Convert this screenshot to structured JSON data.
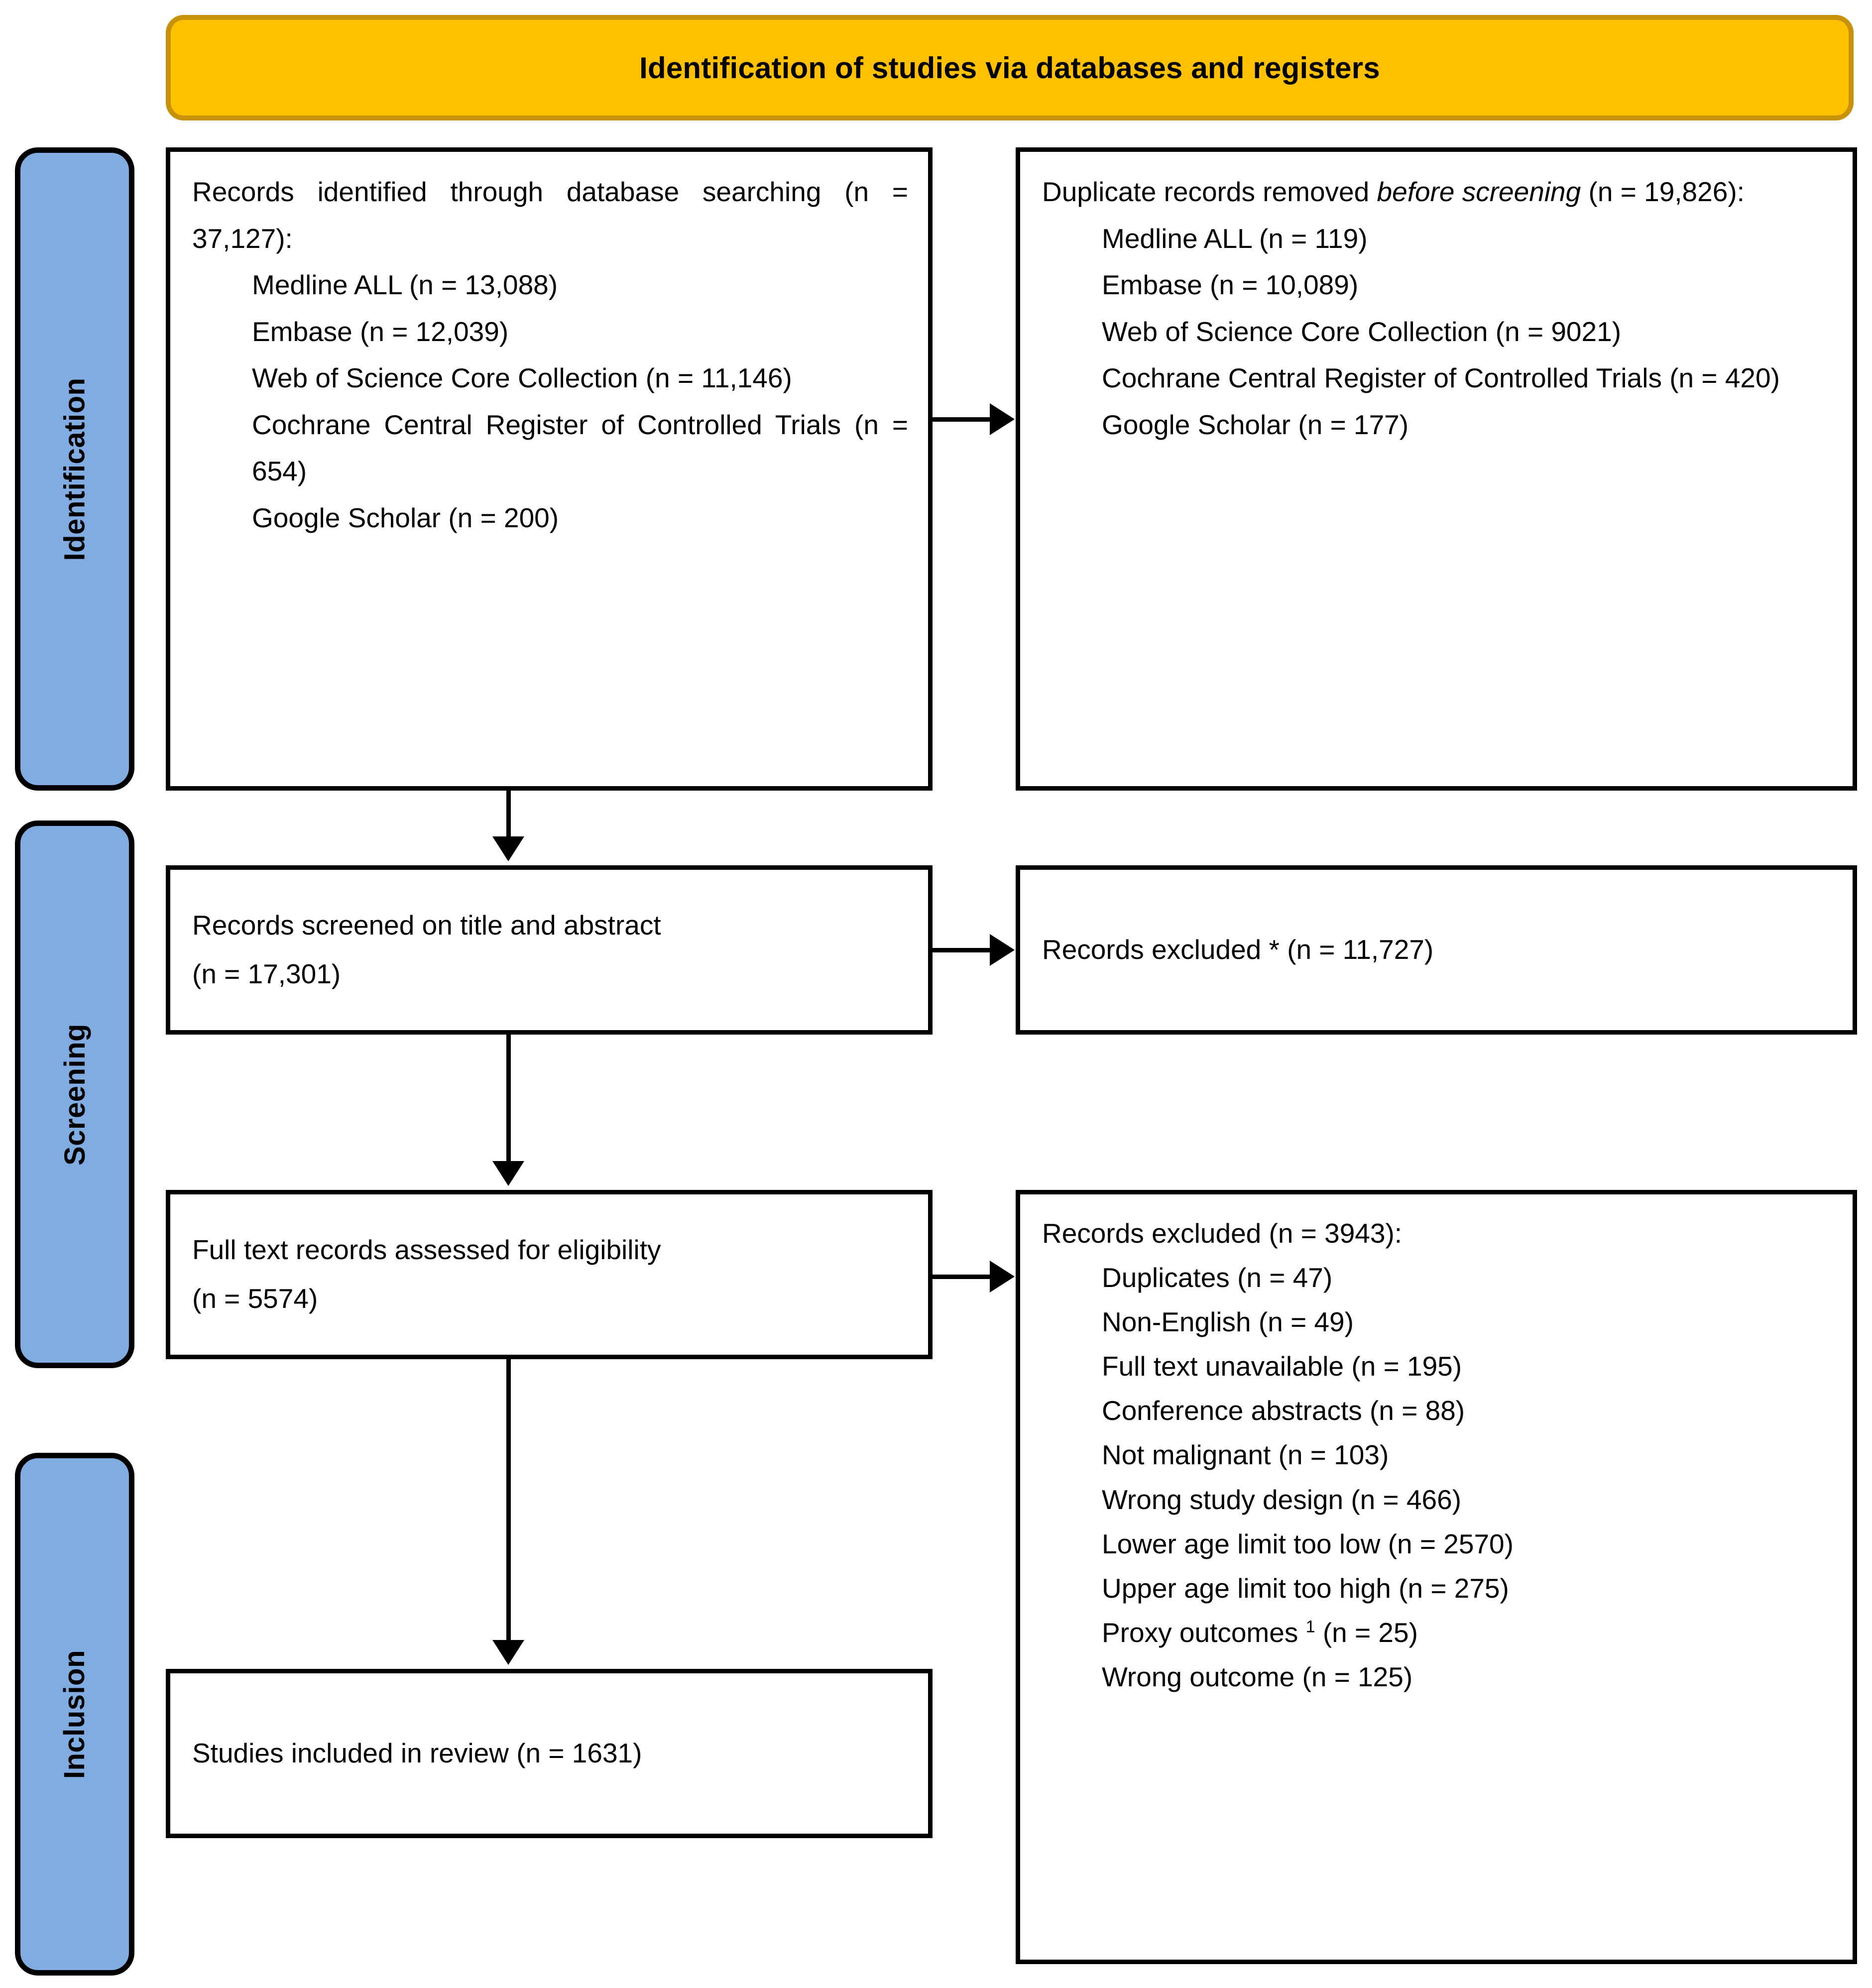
{
  "banner": {
    "title": "Identification of studies via databases and registers"
  },
  "stages": [
    {
      "id": "identification",
      "label": "Identification"
    },
    {
      "id": "screening",
      "label": "Screening"
    },
    {
      "id": "inclusion",
      "label": "Inclusion"
    }
  ],
  "boxes": {
    "identified": {
      "heading": "Records identified through database searching (n = 37,127):",
      "items": [
        "Medline ALL (n = 13,088)",
        "Embase (n = 12,039)",
        "Web of Science Core Collection (n = 11,146)",
        "Cochrane Central Register of Controlled Trials (n = 654)",
        "Google Scholar (n = 200)"
      ]
    },
    "duplicates": {
      "heading_prefix": "Duplicate records removed ",
      "heading_italic": "before screening",
      "heading_suffix": " (n = 19,826):",
      "items": [
        "Medline ALL (n = 119)",
        "Embase (n = 10,089)",
        "Web of Science Core Collection (n = 9021)",
        "Cochrane Central Register of Controlled Trials (n = 420)",
        "Google Scholar (n = 177)"
      ]
    },
    "screened": {
      "line1": "Records screened on title and abstract",
      "line2": "(n = 17,301)"
    },
    "excluded_screening": {
      "line1": "Records excluded * (n = 11,727)"
    },
    "fulltext": {
      "line1": "Full text records assessed for eligibility",
      "line2": "(n = 5574)"
    },
    "excluded_eligibility": {
      "heading": "Records excluded (n = 3943):",
      "items": [
        {
          "label": "Duplicates (n = 47)",
          "sup": ""
        },
        {
          "label": "Non-English (n = 49)",
          "sup": ""
        },
        {
          "label": "Full text unavailable (n = 195)",
          "sup": ""
        },
        {
          "label": "Conference abstracts (n = 88)",
          "sup": ""
        },
        {
          "label": "Not malignant (n = 103)",
          "sup": ""
        },
        {
          "label": "Wrong study design (n = 466)",
          "sup": ""
        },
        {
          "label": "Lower age limit too low (n = 2570)",
          "sup": ""
        },
        {
          "label": "Upper age limit too high (n = 275)",
          "sup": ""
        },
        {
          "label_before": "Proxy outcomes ",
          "sup": "1",
          "label_after": " (n = 25)"
        },
        {
          "label": "Wrong outcome (n = 125)",
          "sup": ""
        }
      ]
    },
    "included": {
      "line1": "Studies included in review (n = 1631)"
    }
  },
  "colors": {
    "banner_fill": "#FFC000",
    "banner_border": "#C8910C",
    "stage_fill": "#81ACE2",
    "box_border": "#000000",
    "box_fill": "#FFFFFF"
  }
}
